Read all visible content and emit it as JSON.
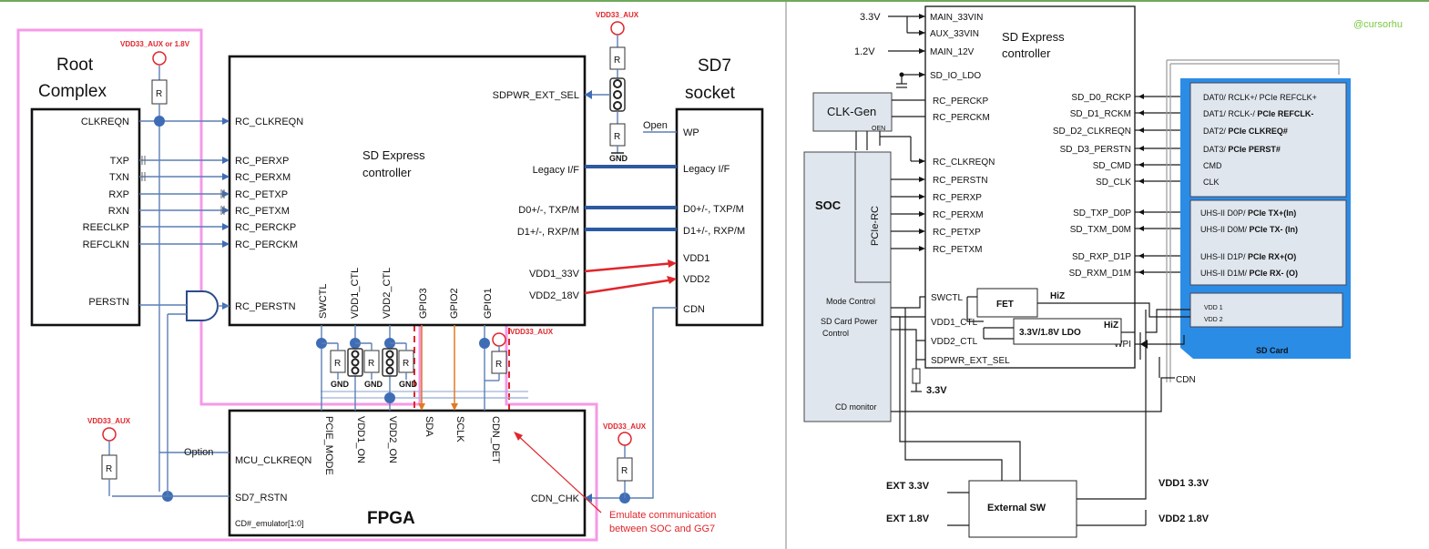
{
  "watermark": "@cursorhu",
  "left": {
    "root_complex": {
      "title": "Root\nComplex",
      "pins": [
        "CLKREQN",
        "TXP",
        "TXN",
        "RXP",
        "RXN",
        "REECLKP",
        "REFCLKN",
        "PERSTN"
      ]
    },
    "controller": {
      "title": "SD Express\ncontroller",
      "left_pins": [
        "RC_CLKREQN",
        "RC_PERXP",
        "RC_PERXM",
        "RC_PETXP",
        "RC_PETXM",
        "RC_PERCKP",
        "RC_PERCKM",
        "RC_PERSTN"
      ],
      "right_pins": [
        "SDPWR_EXT_SEL",
        "Legacy I/F",
        "D0+/-, TXP/M",
        "D1+/-, RXP/M",
        "VDD1_33V",
        "VDD2_18V"
      ],
      "bottom_pins": [
        "SWCTL",
        "VDD1_CTL",
        "VDD2_CTL",
        "GPIO3",
        "GPIO2",
        "GPIO1"
      ]
    },
    "socket": {
      "title": "SD7\nsocket",
      "pins": [
        "WP",
        "Legacy I/F",
        "D0+/-, TXP/M",
        "D1+/-, RXP/M",
        "VDD1",
        "VDD2",
        "CDN"
      ],
      "open_label": "Open"
    },
    "fpga": {
      "title": "FPGA",
      "left_pins": [
        "MCU_CLKREQN",
        "SD7_RSTN"
      ],
      "top_pins": [
        "PCIE_MODE",
        "VDD1_ON",
        "VDD2_ON",
        "SDA",
        "SCLK",
        "CDN_DET"
      ],
      "right_pin": "CDN_CHK",
      "bottom_note": "CD#_emulator[1:0]"
    },
    "rails": {
      "top": "VDD33_AUX or 1.8V",
      "ctrl_right": "VDD33_AUX",
      "gpio": "VDD33_AUX",
      "fpga_left": "VDD33_AUX",
      "fpga_right": "VDD33_AUX"
    },
    "labels": {
      "resistor": "R",
      "gnd": "GND",
      "option": "Option"
    },
    "annotation": "Emulate communication\nbetween SOC and GG7"
  },
  "right": {
    "controller": {
      "title": "SD Express\ncontroller",
      "power_pins": [
        "MAIN_33VIN",
        "AUX_33VIN",
        "MAIN_12V",
        "SD_IO_LDO"
      ],
      "left_pins": [
        "RC_PERCKP",
        "RC_PERCKM",
        "RC_CLKREQN",
        "RC_PERSTN",
        "RC_PERXP",
        "RC_PERXM",
        "RC_PETXP",
        "RC_PETXM",
        "SWCTL",
        "VDD1_CTL",
        "VDD2_CTL",
        "SDPWR_EXT_SEL"
      ],
      "right_pins": [
        "SD_D0_RCKP",
        "SD_D1_RCKM",
        "SD_D2_CLKREQN",
        "SD_D3_PERSTN",
        "SD_CMD",
        "SD_CLK",
        "SD_TXP_D0P",
        "SD_TXM_D0M",
        "SD_RXP_D1P",
        "SD_RXM_D1M",
        "WPI"
      ]
    },
    "supplies": {
      "v33": "3.3V",
      "v12": "1.2V",
      "v33b": "3.3V"
    },
    "clkgen": {
      "title": "CLK-Gen",
      "oen": "OEN"
    },
    "soc": {
      "title": "SOC",
      "pcie": "PCIe-RC",
      "labels": [
        "Mode Control",
        "SD Card Power",
        "Control",
        "CD monitor"
      ]
    },
    "fet": {
      "title": "FET",
      "hiz": "HiZ"
    },
    "ldo": {
      "title": "3.3V/1.8V LDO",
      "hiz": "HiZ"
    },
    "sd_card": {
      "title": "SD Card",
      "group1": [
        {
          "plain": "DAT0/ RCLK+/ PCIe REFCLK+",
          "bold": ""
        },
        {
          "plain": "DAT1/ RCLK-/ ",
          "bold": "PCIe REFCLK-"
        },
        {
          "plain": "DAT2/ ",
          "bold": "PCIe CLKREQ#"
        },
        {
          "plain": "DAT3/ ",
          "bold": "PCIe PERST#"
        },
        {
          "plain": "CMD",
          "bold": ""
        },
        {
          "plain": "CLK",
          "bold": ""
        }
      ],
      "group2": [
        {
          "plain": "UHS-II D0P/ ",
          "bold": "PCIe TX+(In)"
        },
        {
          "plain": "UHS-II D0M/ ",
          "bold": "PCIe TX- (In)"
        },
        {
          "plain": "UHS-II D1P/ ",
          "bold": "PCIe RX+(O)"
        },
        {
          "plain": "UHS-II D1M/ ",
          "bold": "PCIe RX- (O)"
        }
      ],
      "group3": [
        "VDD 1",
        "VDD 2"
      ],
      "cdn": "CDN"
    },
    "external_sw": {
      "title": "External SW",
      "inputs": [
        "EXT  3.3V",
        "EXT  1.8V"
      ],
      "outputs": [
        "VDD1 3.3V",
        "VDD2 1.8V"
      ]
    }
  }
}
